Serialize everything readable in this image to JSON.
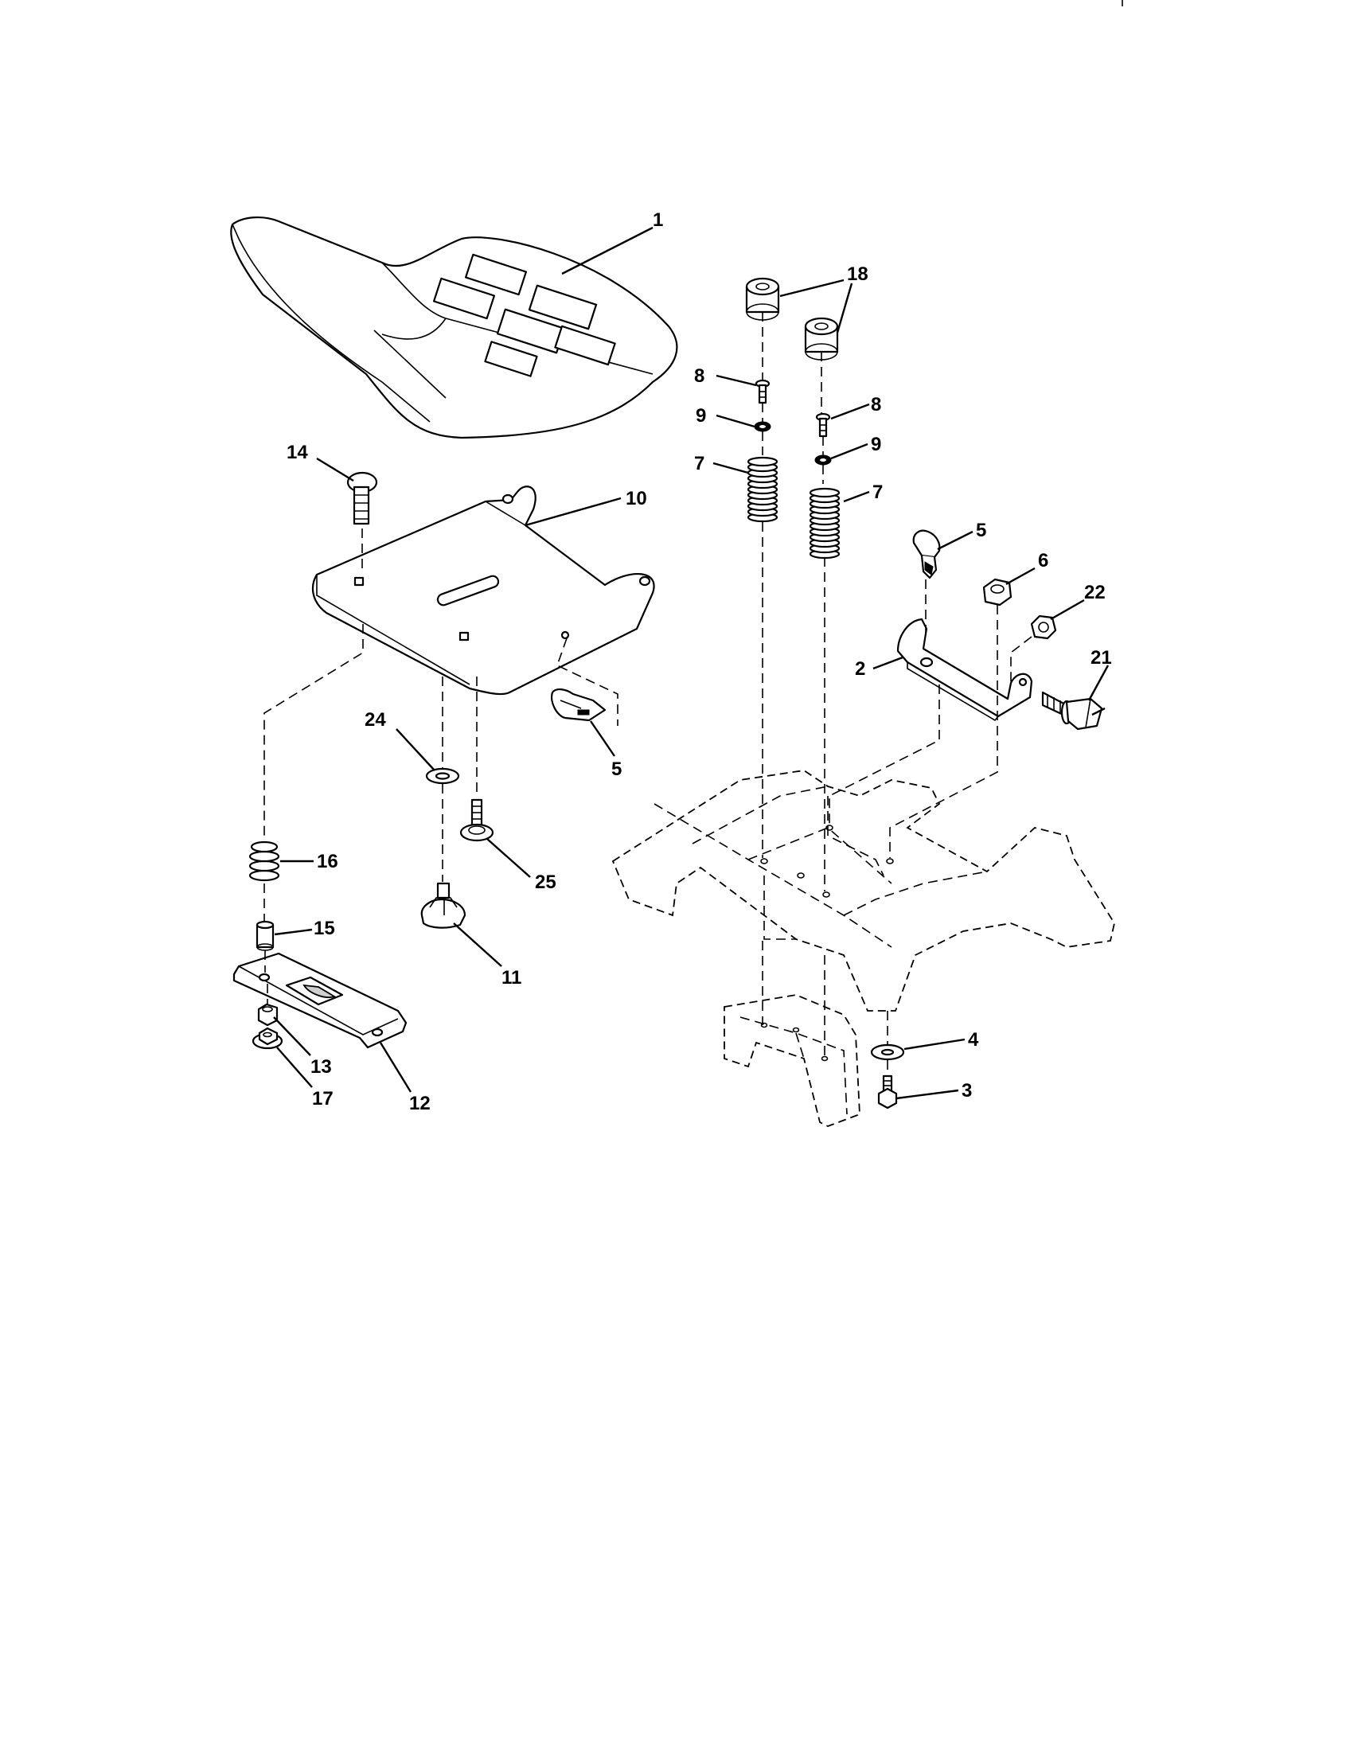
{
  "diagram": {
    "callouts": {
      "c1": "1",
      "c18": "18",
      "c8a": "8",
      "c8b": "8",
      "c9a": "9",
      "c9b": "9",
      "c7a": "7",
      "c7b": "7",
      "c14": "14",
      "c10": "10",
      "c5a": "5",
      "c5b": "5",
      "c6": "6",
      "c22": "22",
      "c2": "2",
      "c21": "21",
      "c24": "24",
      "c25": "25",
      "c16": "16",
      "c15": "15",
      "c11": "11",
      "c13": "13",
      "c17": "17",
      "c12": "12",
      "c4": "4",
      "c3": "3"
    }
  }
}
